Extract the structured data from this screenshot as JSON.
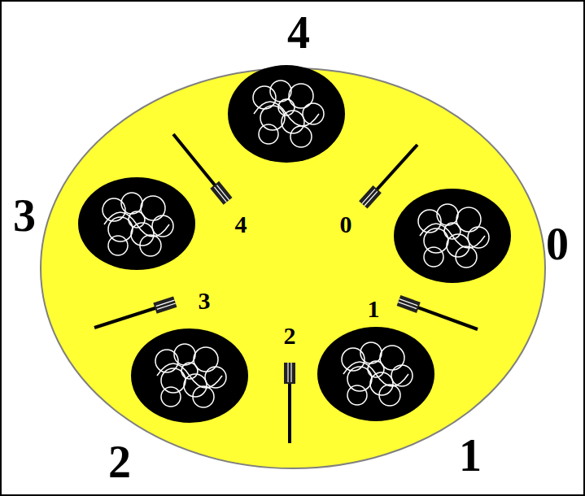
{
  "diagram": {
    "labels": [
      "4",
      "4",
      "0",
      "3",
      "0",
      "3",
      "1",
      "2",
      "2",
      "1"
    ]
  }
}
